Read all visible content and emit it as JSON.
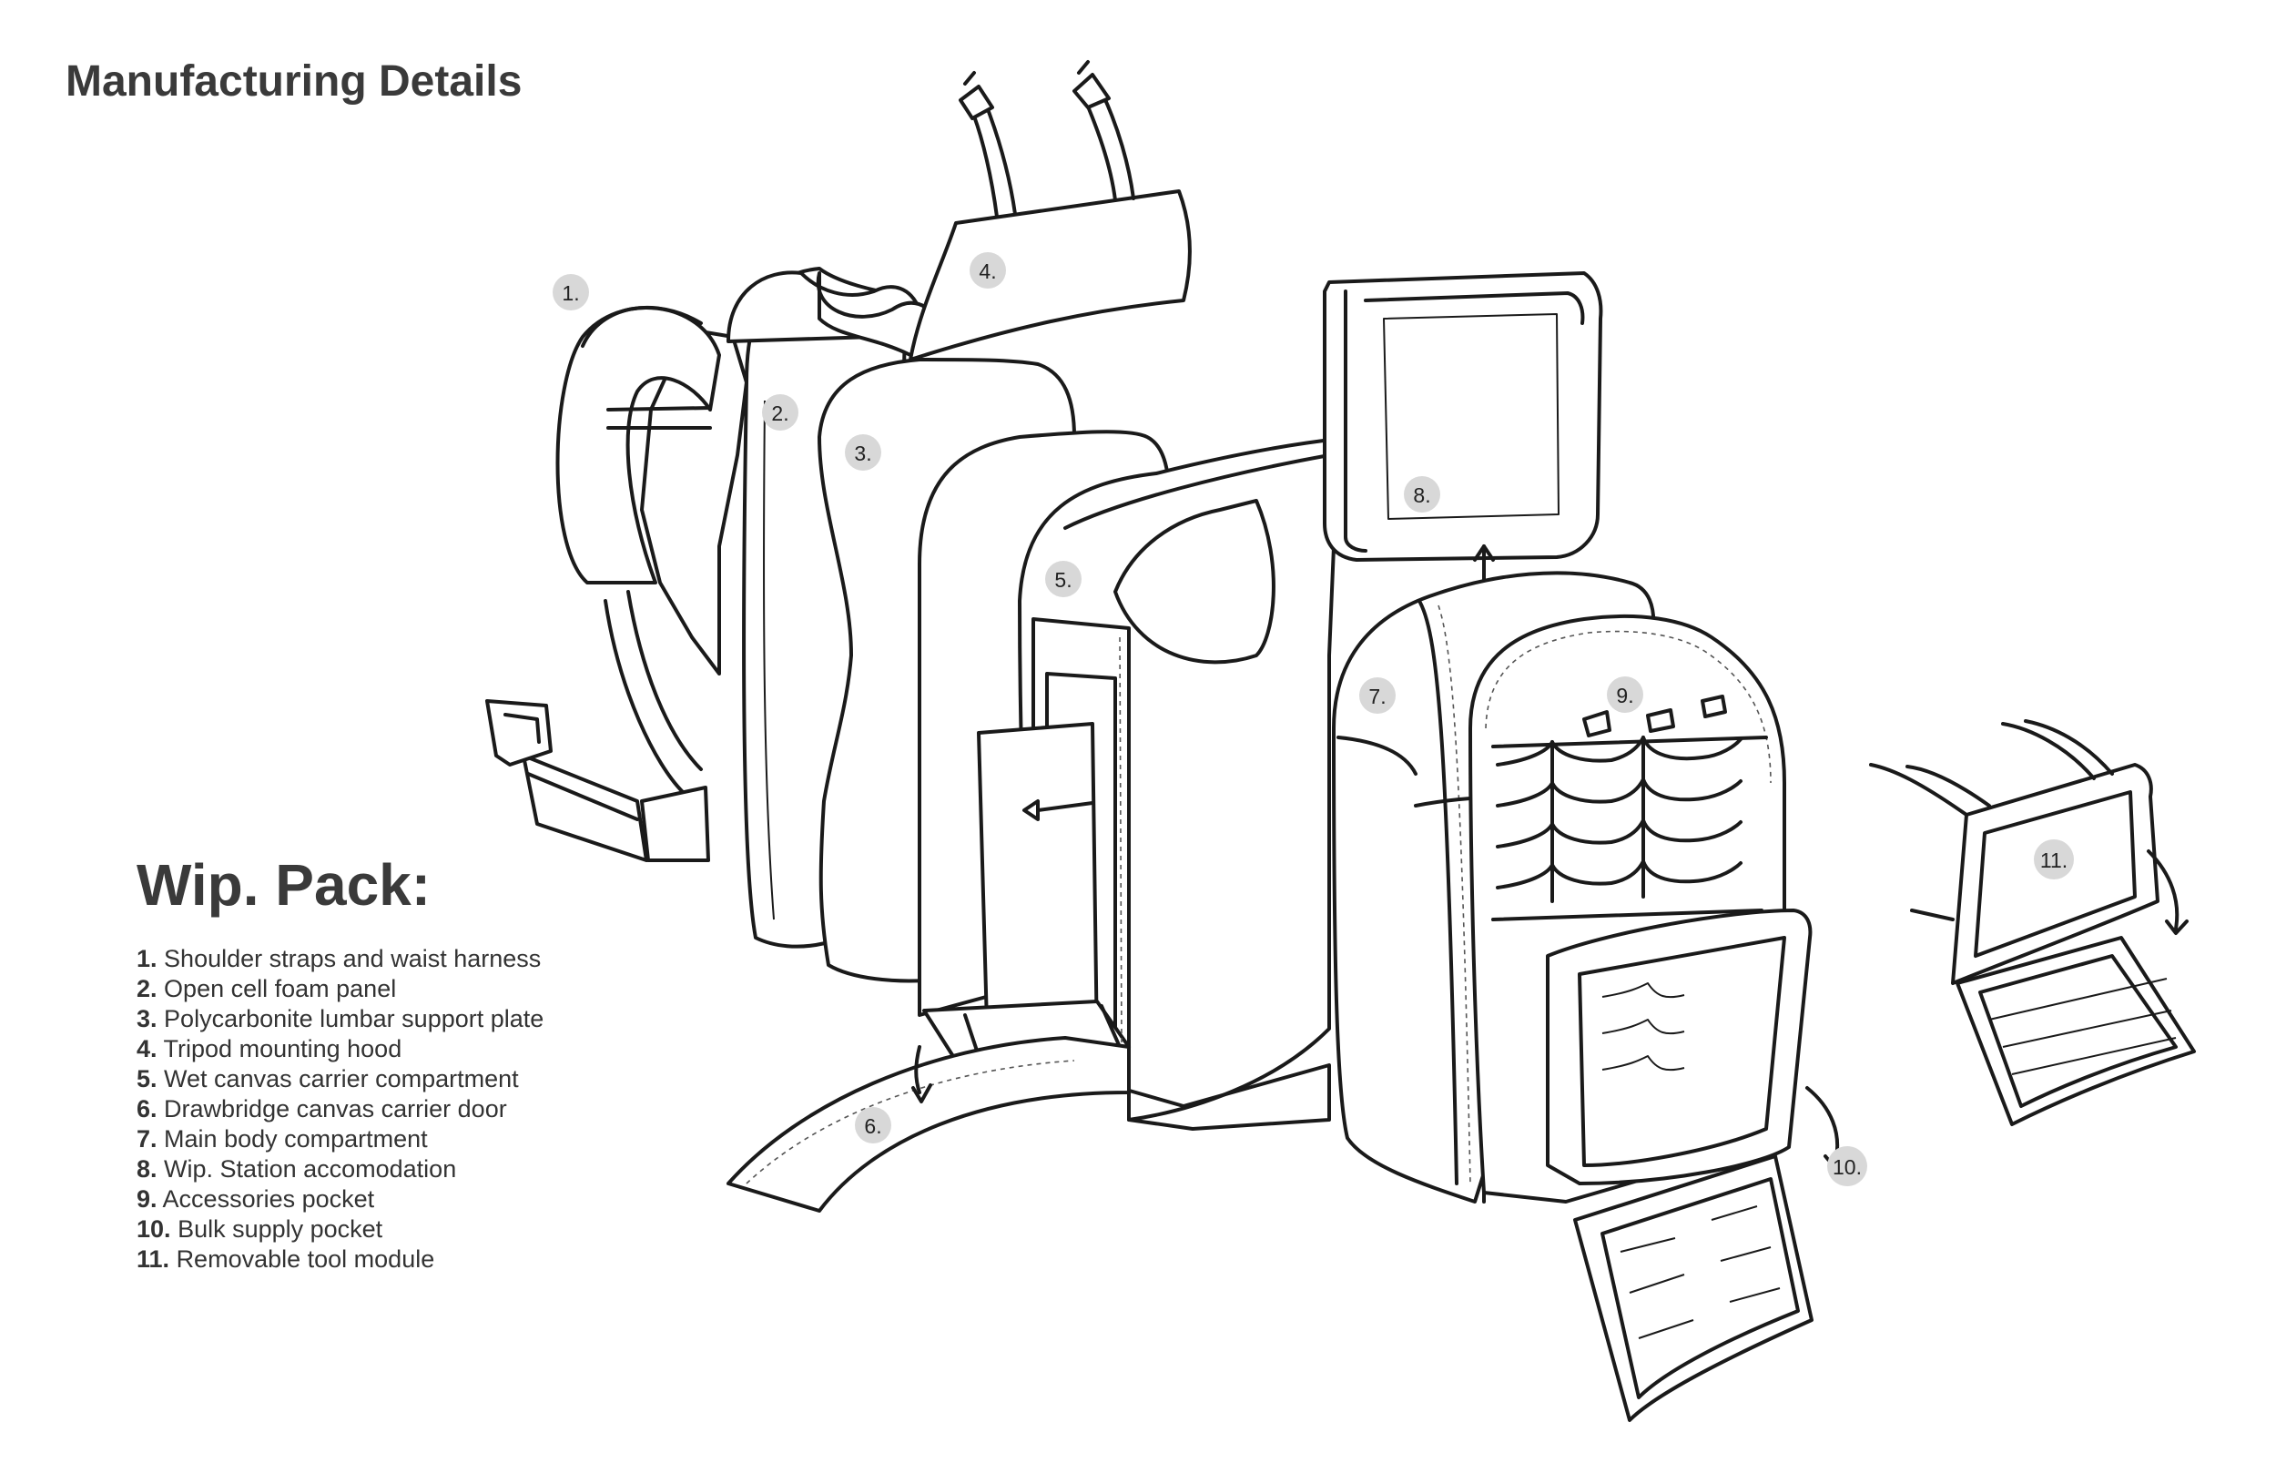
{
  "header": {
    "title": "Manufacturing Details"
  },
  "legend": {
    "title": "Wip. Pack:",
    "items": [
      {
        "num": "1.",
        "label": "Shoulder straps and waist harness"
      },
      {
        "num": "2.",
        "label": "Open cell foam panel"
      },
      {
        "num": "3.",
        "label": "Polycarbonite lumbar support plate"
      },
      {
        "num": "4.",
        "label": "Tripod mounting hood"
      },
      {
        "num": "5.",
        "label": "Wet canvas carrier compartment"
      },
      {
        "num": "6.",
        "label": "Drawbridge canvas carrier door"
      },
      {
        "num": "7.",
        "label": "Main body compartment"
      },
      {
        "num": "8.",
        "label": "Wip. Station accomodation"
      },
      {
        "num": "9.",
        "label": "Accessories pocket"
      },
      {
        "num": "10.",
        "label": "Bulk supply pocket"
      },
      {
        "num": "11.",
        "label": "Removable tool module"
      }
    ]
  },
  "callouts": [
    "1.",
    "2.",
    "3.",
    "4.",
    "5.",
    "6.",
    "7.",
    "8.",
    "9.",
    "10.",
    "11."
  ],
  "colors": {
    "line": "#1a1a1a",
    "callout_fill": "#d8d8d8",
    "text": "#333333"
  }
}
